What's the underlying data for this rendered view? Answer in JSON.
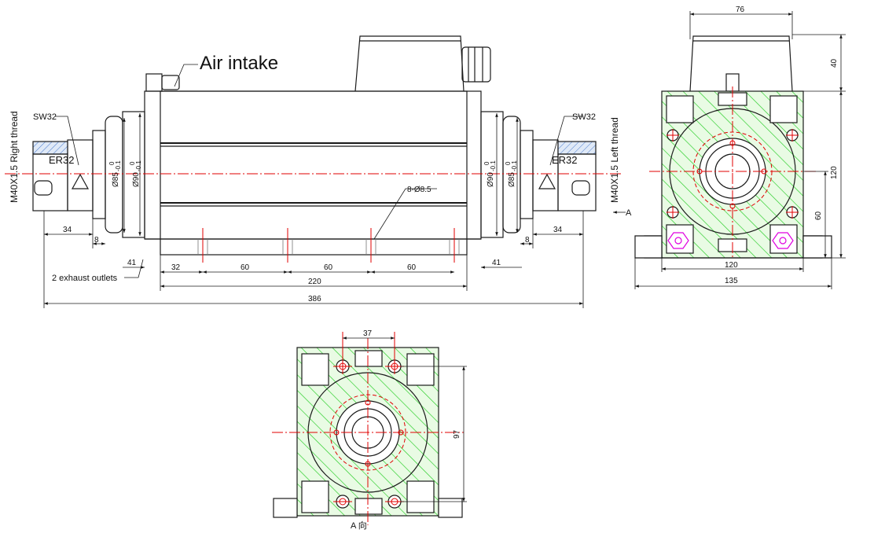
{
  "callouts": {
    "air_intake": "Air intake",
    "exhaust": "2 exhaust outlets",
    "holes": "8-Ø8.5",
    "sw_left": "SW32",
    "sw_right": "SW32",
    "er_left": "ER32",
    "er_right": "ER32",
    "thread_left": "M40X1.5 Right thread",
    "thread_right": "M40X1.5 Left thread",
    "view_marker": "A",
    "view_label": "A 向"
  },
  "side_view": {
    "d85_left": "Ø85",
    "d90_left": "Ø90",
    "d85_right": "Ø85",
    "d90_right": "Ø90",
    "tol_zero": "0",
    "tol_neg": "-0.1",
    "dim_34_left": "34",
    "dim_8_left": "8",
    "dim_34_right": "34",
    "dim_8_right": "8",
    "dim_41_left": "41",
    "dim_41_right": "41",
    "dim_32": "32",
    "dim_60_a": "60",
    "dim_60_b": "60",
    "dim_60_c": "60",
    "dim_220": "220",
    "dim_386": "386"
  },
  "end_view": {
    "dim_76": "76",
    "dim_40": "40",
    "dim_120_h": "120",
    "dim_60": "60",
    "dim_120_w": "120",
    "dim_135": "135"
  },
  "bottom_view": {
    "dim_37": "37",
    "dim_97": "97"
  },
  "colors": {
    "outline": "#1a1a1a",
    "centerline": "#e00000",
    "hatch_fill": "#22dd22",
    "hatch_bg": "#e9fbe4",
    "magenta": "#e000e0",
    "blue_hatch": "#4477cc"
  }
}
